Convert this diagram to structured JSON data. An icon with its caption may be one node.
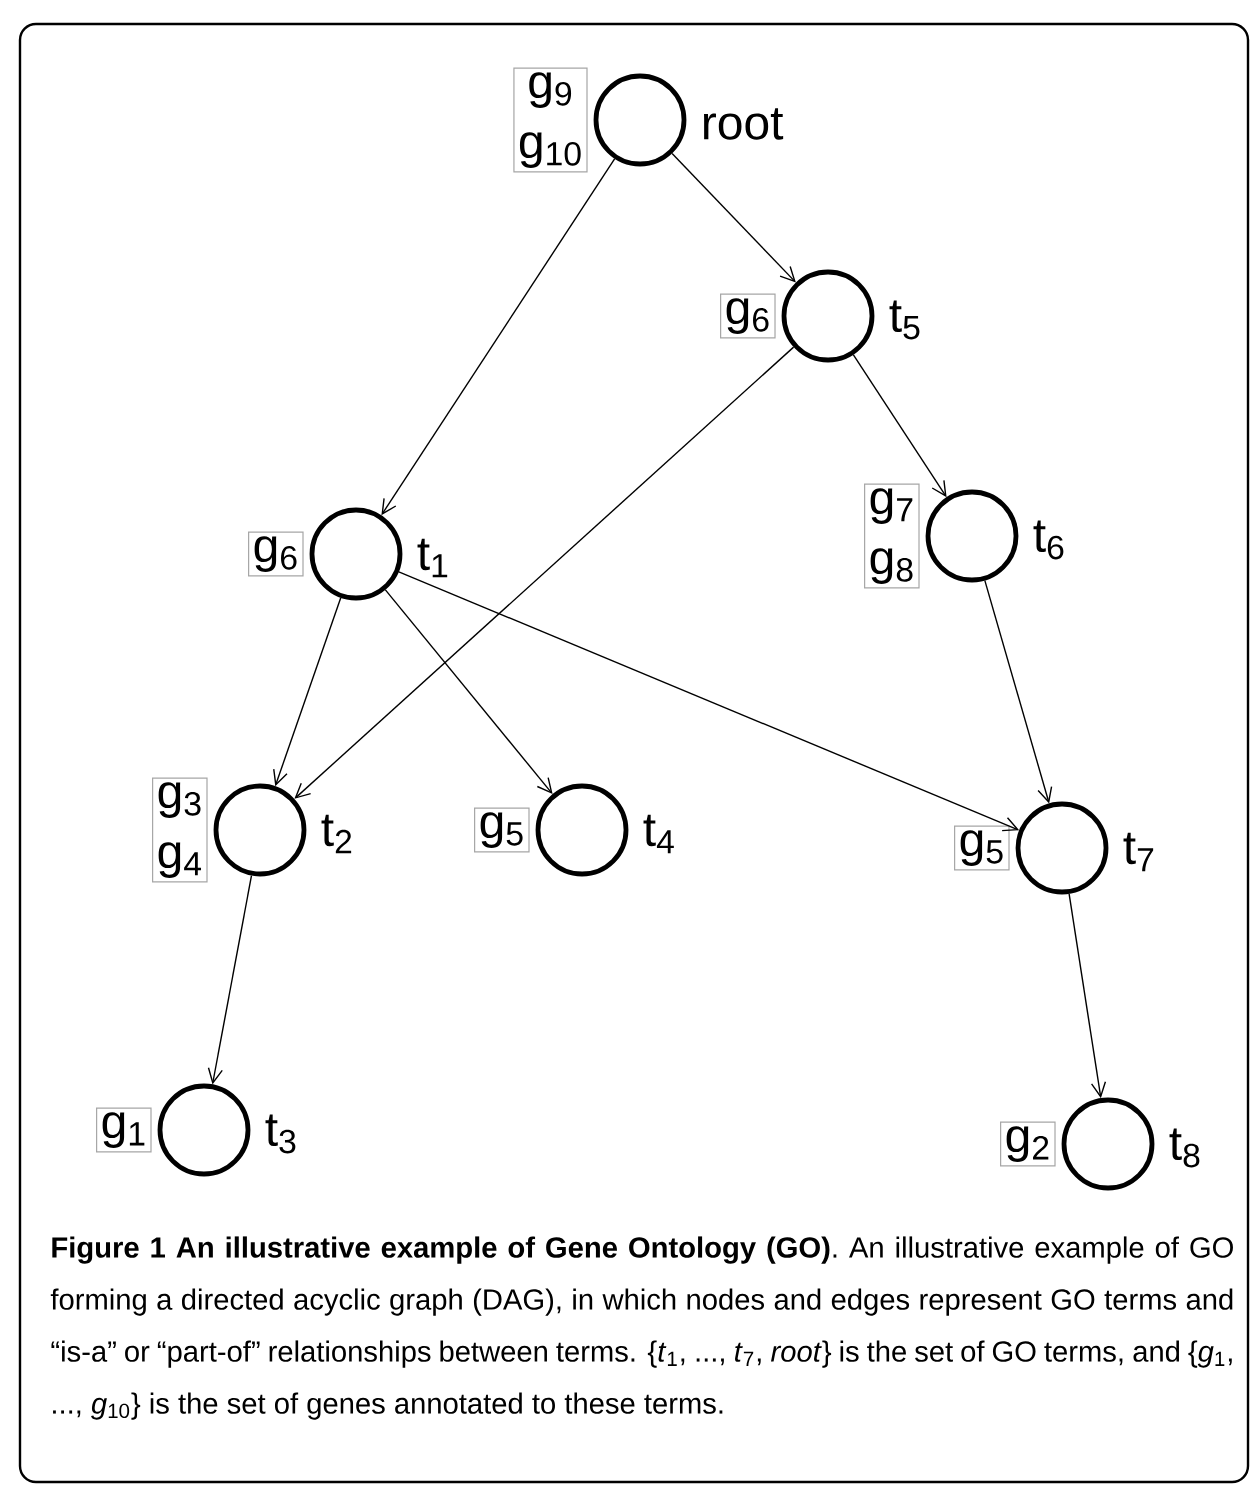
{
  "diagram": {
    "caption": "**Figure 1 An illustrative example of Gene Ontology (GO)**. An illustrative example of GO forming a directed acyclic graph (DAG), in which nodes and edges represent GO terms and “is-a” or “part-of” relationships between terms. {*t*$_{1}$, ..., *t*$_{7}$, *root*} is the set of GO terms, and {*g*$_{1}$, ..., *g*$_{10}$} is the set of genes annotated to these terms.",
    "nodes": [
      {
        "text": [],
        "shape": "circle",
        "beside": [
          "g$_{9}$",
          "g$_{10}$",
          "root"
        ]
      },
      {
        "text": [],
        "shape": "circle",
        "beside": [
          "g$_{6}$",
          "t$_{5}$"
        ]
      },
      {
        "text": [],
        "shape": "circle",
        "beside": [
          "g$_{6}$",
          "t$_{1}$"
        ]
      },
      {
        "text": [],
        "shape": "circle",
        "beside": [
          "g$_{7}$",
          "g$_{8}$",
          "t$_{6}$"
        ]
      },
      {
        "text": [],
        "shape": "circle",
        "beside": [
          "g$_{3}$",
          "g$_{4}$",
          "t$_{2}$"
        ]
      },
      {
        "text": [],
        "shape": "circle",
        "beside": [
          "g$_{5}$",
          "t$_{4}$"
        ]
      },
      {
        "text": [],
        "shape": "circle",
        "beside": [
          "g$_{5}$",
          "t$_{7}$"
        ]
      },
      {
        "text": [],
        "shape": "circle",
        "beside": [
          "g$_{1}$",
          "t$_{3}$"
        ]
      },
      {
        "text": [],
        "shape": "circle",
        "beside": [
          "g$_{2}$",
          "t$_{8}$"
        ]
      }
    ],
    "edges": [
      {
        "from": 0,
        "to": 2,
        "arrow": "to"
      },
      {
        "from": 0,
        "to": 1,
        "arrow": "to"
      },
      {
        "from": 1,
        "to": 4,
        "arrow": "to"
      },
      {
        "from": 1,
        "to": 3,
        "arrow": "to"
      },
      {
        "from": 2,
        "to": 4,
        "arrow": "to"
      },
      {
        "from": 2,
        "to": 5,
        "arrow": "to"
      },
      {
        "from": 2,
        "to": 6,
        "arrow": "to"
      },
      {
        "from": 3,
        "to": 6,
        "arrow": "to"
      },
      {
        "from": 4,
        "to": 7,
        "arrow": "to"
      },
      {
        "from": 6,
        "to": 8,
        "arrow": "to"
      }
    ]
  }
}
